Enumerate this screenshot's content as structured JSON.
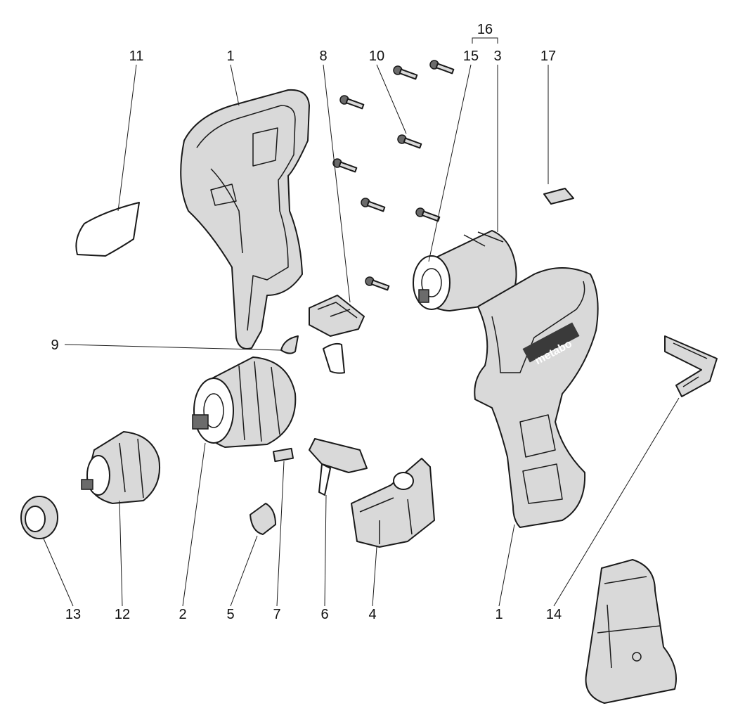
{
  "labels": {
    "l1_top": "1",
    "l1_bottom": "1",
    "l2": "2",
    "l3": "3",
    "l4": "4",
    "l5": "5",
    "l6": "6",
    "l7": "7",
    "l8": "8",
    "l9": "9",
    "l10": "10",
    "l11": "11",
    "l12": "12",
    "l13": "13",
    "l14": "14",
    "l15": "15",
    "l16": "16",
    "l17": "17"
  },
  "brand_logo": "metabo",
  "colors": {
    "line": "#1a1a1a",
    "fill_grey": "#d9d9d9",
    "fill_dark": "#6b6b6b"
  }
}
